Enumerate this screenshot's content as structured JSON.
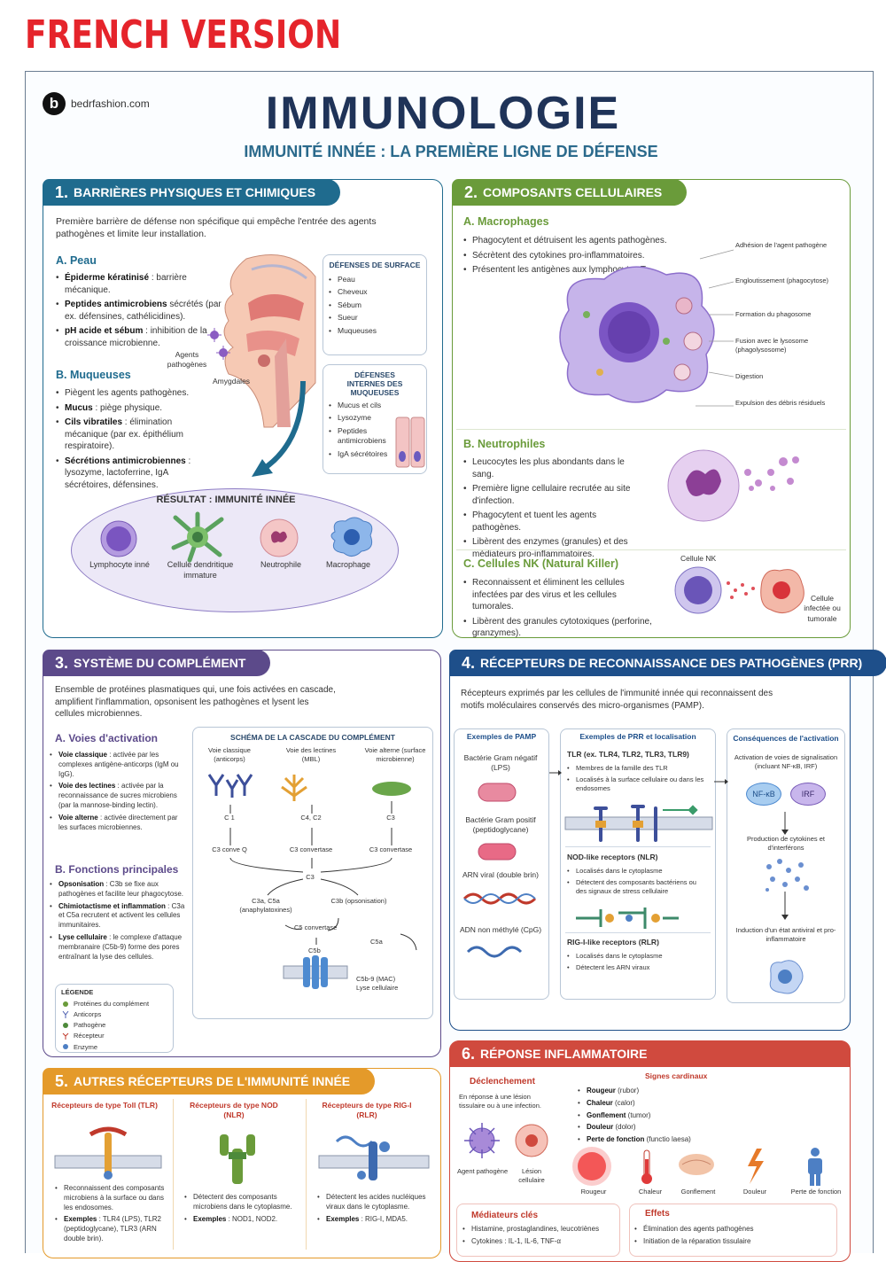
{
  "version_label": "FRENCH VERSION",
  "brand": {
    "letter": "b",
    "name": "bedrfashion.com"
  },
  "title": "IMMUNOLOGIE",
  "subtitle": "IMMUNITÉ INNÉE : LA PREMIÈRE LIGNE DE DÉFENSE",
  "colors": {
    "blue": "#1f6b8e",
    "green": "#6a9b3a",
    "purple": "#5c4a8a",
    "navy": "#1e4f8a",
    "orange": "#e49a2a",
    "red": "#d04a3e"
  },
  "s1": {
    "num": "1.",
    "title": "BARRIÈRES PHYSIQUES ET CHIMIQUES",
    "intro": "Première barrière de défense non spécifique qui empêche l'entrée des agents pathogènes et limite leur installation.",
    "a_title": "A. Peau",
    "a_items": [
      {
        "b": "Épiderme kératinisé",
        "t": " : barrière mécanique."
      },
      {
        "b": "Peptides antimicrobiens",
        "t": " sécrétés (par ex. défensines, cathélicidines)."
      },
      {
        "b": "pH acide et sébum",
        "t": " : inhibition de la croissance microbienne."
      }
    ],
    "b_title": "B. Muqueuses",
    "b_items": [
      {
        "b": "",
        "t": "Piègent les agents pathogènes."
      },
      {
        "b": "Mucus",
        "t": " : piège physique."
      },
      {
        "b": "Cils vibratiles",
        "t": " : élimination mécanique (par ex. épithélium respiratoire)."
      },
      {
        "b": "Sécrétions antimicrobiennes",
        "t": " : lysozyme, lactoferrine, IgA sécrétoires, défensines."
      }
    ],
    "lbl_pathogens": "Agents pathogènes",
    "lbl_tonsils": "Amygdales",
    "surf_title": "DÉFENSES DE SURFACE",
    "surf_items": [
      "Peau",
      "Cheveux",
      "Sébum",
      "Sueur",
      "Muqueuses"
    ],
    "int_title": "DÉFENSES INTERNES DES MUQUEUSES",
    "int_items": [
      "Mucus et cils",
      "Lysozyme",
      "Peptides antimicrobiens",
      "IgA sécrétoires"
    ],
    "result_title": "RÉSULTAT :  IMMUNITÉ INNÉE",
    "cells": [
      "Lymphocyte inné",
      "Cellule dendritique immature",
      "Neutrophile",
      "Macrophage"
    ]
  },
  "s2": {
    "num": "2.",
    "title": "COMPOSANTS CELLULAIRES",
    "a_title": "A. Macrophages",
    "a_items": [
      "Phagocytent et détruisent les agents pathogènes.",
      "Sécrètent des cytokines pro-inflammatoires.",
      "Présentent les antigènes aux lymphocytes T."
    ],
    "steps": [
      "Adhésion de l'agent pathogène",
      "Engloutissement (phagocytose)",
      "Formation du phagosome",
      "Fusion avec le lysosome (phagolysosome)",
      "Digestion",
      "Expulsion des débris résiduels"
    ],
    "b_title": "B. Neutrophiles",
    "b_items": [
      "Leucocytes les plus abondants dans le sang.",
      "Première ligne cellulaire recrutée au site d'infection.",
      "Phagocytent et tuent les agents pathogènes.",
      "Libèrent des enzymes (granules) et des médiateurs pro-inflammatoires."
    ],
    "c_title": "C. Cellules NK (Natural Killer)",
    "c_items": [
      "Reconnaissent et éliminent les cellules infectées par des virus et les cellules tumorales.",
      "Libèrent des granules cytotoxiques (perforine, granzymes)."
    ],
    "nk_label": "Cellule NK",
    "target_label": "Cellule infectée ou tumorale"
  },
  "s3": {
    "num": "3.",
    "title": "SYSTÈME DU COMPLÉMENT",
    "intro": "Ensemble de protéines plasmatiques qui, une fois activées en cascade, amplifient l'inflammation, opsonisent les pathogènes et lysent les cellules microbiennes.",
    "a_title": "A. Voies d'activation",
    "a_items": [
      {
        "b": "Voie classique",
        "t": " : activée par les complexes antigène-anticorps (IgM ou IgG)."
      },
      {
        "b": "Voie des lectines",
        "t": " : activée par la reconnaissance de sucres microbiens (par la mannose-binding lectin)."
      },
      {
        "b": "Voie alterne",
        "t": " : activée directement par les surfaces microbiennes."
      }
    ],
    "b_title": "B. Fonctions principales",
    "b_items": [
      {
        "b": "Opsonisation",
        "t": " : C3b se fixe aux pathogènes et facilite leur phagocytose."
      },
      {
        "b": "Chimiotactisme et inflammation",
        "t": " : C3a et C5a recrutent et activent les cellules immunitaires."
      },
      {
        "b": "Lyse cellulaire",
        "t": " : le complexe d'attaque membranaire (C5b-9) forme des pores entraînant la lyse des cellules."
      }
    ],
    "legend_title": "LÉGENDE",
    "legend": [
      "Protéines du complément",
      "Anticorps",
      "Pathogène",
      "Récepteur",
      "Enzyme"
    ],
    "diag_title": "SCHÉMA DE LA CASCADE DU COMPLÉMENT",
    "paths": [
      "Voie classique (anticorps)",
      "Voie des lectines (MBL)",
      "Voie alterne (surface microbienne)"
    ],
    "p_mid": [
      "C 1",
      "C4, C2",
      "C3"
    ],
    "p_conv": [
      "C3 conve Q",
      "C3 convertase",
      "C3 convertase"
    ],
    "c3": "C3",
    "c3a": "C3a, C5a (anaphylatoxines)",
    "c3b": "C3b (opsonisation)",
    "c5conv": "C5 convertase",
    "c5a": "C5a",
    "c5b": "C5b",
    "mac": "C5b-9 (MAC) Lyse cellulaire"
  },
  "s4": {
    "num": "4.",
    "title": "RÉCEPTEURS DE RECONNAISSANCE DES PATHOGÈNES (PRR)",
    "intro": "Récepteurs exprimés par les cellules de l'immunité innée qui reconnaissent des motifs moléculaires conservés des micro-organismes (PAMP).",
    "c1_title": "Exemples de PAMP",
    "pamps": [
      "Bactérie Gram négatif (LPS)",
      "Bactérie Gram positif (peptidoglycane)",
      "ARN viral (double brin)",
      "ADN non méthylé (CpG)"
    ],
    "c2_title": "Exemples de PRR et localisation",
    "tlr_title": "TLR (ex. TLR4, TLR2, TLR3, TLR9)",
    "tlr_items": [
      "Membres de la famille des TLR",
      "Localisés à la surface cellulaire ou dans les endosomes"
    ],
    "nlr_title": "NOD-like receptors (NLR)",
    "nlr_items": [
      "Localisés dans le cytoplasme",
      "Détectent des composants bactériens ou des signaux de stress cellulaire"
    ],
    "rlr_title": "RIG-I-like receptors (RLR)",
    "rlr_items": [
      "Localisés dans le cytoplasme",
      "Détectent les ARN viraux"
    ],
    "c3_title": "Conséquences de l'activation",
    "c3_a": "Activation de voies de signalisation (incluant NF-κB, IRF)",
    "nfkb": "NF-κB",
    "irf": "IRF",
    "c3_b": "Production de cytokines et d'interférons",
    "c3_c": "Induction d'un état antiviral et pro-inflammatoire"
  },
  "s5": {
    "num": "5.",
    "title": "AUTRES RÉCEPTEURS DE L'IMMUNITÉ INNÉE",
    "cols": [
      {
        "title": "Récepteurs de type Toll (TLR)",
        "items": [
          {
            "b": "",
            "t": "Reconnaissent des composants microbiens à la surface ou dans les endosomes."
          },
          {
            "b": "Exemples",
            "t": " : TLR4 (LPS), TLR2 (peptidoglycane), TLR3 (ARN double brin)."
          }
        ]
      },
      {
        "title": "Récepteurs de type NOD (NLR)",
        "items": [
          {
            "b": "",
            "t": "Détectent des composants microbiens dans le cytoplasme."
          },
          {
            "b": "Exemples",
            "t": " : NOD1, NOD2."
          }
        ]
      },
      {
        "title": "Récepteurs de type RIG-I (RLR)",
        "items": [
          {
            "b": "",
            "t": "Détectent les acides nucléiques viraux dans le cytoplasme."
          },
          {
            "b": "Exemples",
            "t": " : RIG-I, MDA5."
          }
        ]
      }
    ]
  },
  "s6": {
    "num": "6.",
    "title": "RÉPONSE INFLAMMATOIRE",
    "trig_title": "Déclenchement",
    "trig_text": "En réponse à une lésion tissulaire ou à une infection.",
    "trig_pathogen": "Agent pathogène",
    "trig_lesion": "Lésion cellulaire",
    "signs_title": "Signes cardinaux",
    "signs": [
      {
        "b": "Rougeur",
        "t": " (rubor)"
      },
      {
        "b": "Chaleur",
        "t": " (calor)"
      },
      {
        "b": "Gonflement",
        "t": " (tumor)"
      },
      {
        "b": "Douleur",
        "t": " (dolor)"
      },
      {
        "b": "Perte de fonction",
        "t": " (functio laesa)"
      }
    ],
    "sign_icons": [
      "Rougeur",
      "Chaleur",
      "Gonflement",
      "Douleur",
      "Perte de fonction"
    ],
    "med_title": "Médiateurs clés",
    "med_items": [
      "Histamine, prostaglandines, leucotriènes",
      "Cytokines : IL-1, IL-6, TNF-α"
    ],
    "eff_title": "Effets",
    "eff_items": [
      "Élimination des agents pathogènes",
      "Initiation de la réparation tissulaire"
    ]
  }
}
